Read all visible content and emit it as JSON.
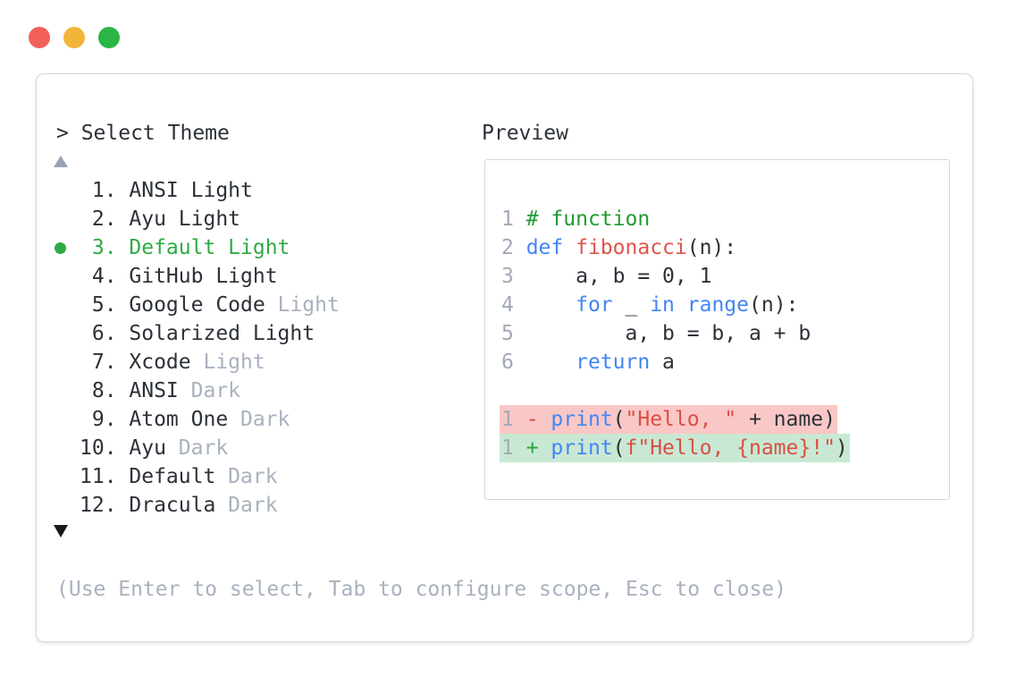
{
  "colors": {
    "border": "#d3d8e0",
    "ink": "#2c3138",
    "muted": "#a9b1bf",
    "lineno": "#a2aab6",
    "green": "#2faa46",
    "green-comment": "#219a33",
    "blue": "#4285f4",
    "red": "#e0544b",
    "red-str": "#d94f45",
    "diff-minus": "#d6453b",
    "diff-plus": "#27a33c",
    "bg-removed": "#f9c8c6",
    "bg-added": "#c9e8d3",
    "arrow-up": "#98a4b6",
    "arrow-down": "#17191c"
  },
  "window_controls": [
    {
      "name": "close-button",
      "color": "#f2605a"
    },
    {
      "name": "minimize-button",
      "color": "#f2b43a"
    },
    {
      "name": "zoom-button",
      "color": "#2ab546"
    }
  ],
  "theme_picker": {
    "prompt": "> Select Theme",
    "scroll_up_indicator": "up-triangle",
    "scroll_down_indicator": "down-triangle",
    "items": [
      {
        "num": " 1.",
        "name": "ANSI Light",
        "muted": "",
        "selected": false
      },
      {
        "num": " 2.",
        "name": "Ayu Light",
        "muted": "",
        "selected": false
      },
      {
        "num": " 3.",
        "name": "Default Light",
        "muted": "",
        "selected": true
      },
      {
        "num": " 4.",
        "name": "GitHub Light",
        "muted": "",
        "selected": false
      },
      {
        "num": " 5.",
        "name": "Google Code",
        "muted": "Light",
        "selected": false
      },
      {
        "num": " 6.",
        "name": "Solarized Light",
        "muted": "",
        "selected": false
      },
      {
        "num": " 7.",
        "name": "Xcode",
        "muted": "Light",
        "selected": false
      },
      {
        "num": " 8.",
        "name": "ANSI",
        "muted": "Dark",
        "selected": false
      },
      {
        "num": " 9.",
        "name": "Atom One",
        "muted": "Dark",
        "selected": false
      },
      {
        "num": "10.",
        "name": "Ayu",
        "muted": "Dark",
        "selected": false
      },
      {
        "num": "11.",
        "name": "Default",
        "muted": "Dark",
        "selected": false
      },
      {
        "num": "12.",
        "name": "Dracula",
        "muted": "Dark",
        "selected": false
      }
    ],
    "footer_hint": "(Use Enter to select, Tab to configure scope, Esc to close)"
  },
  "preview": {
    "title": "Preview",
    "code_lines": [
      {
        "diff": "",
        "tokens": [
          {
            "t": "1 ",
            "c": "lineno"
          },
          {
            "t": "# function",
            "c": "comment"
          }
        ]
      },
      {
        "diff": "",
        "tokens": [
          {
            "t": "2 ",
            "c": "lineno"
          },
          {
            "t": "def",
            "c": "kw"
          },
          {
            "t": " ",
            "c": "plain"
          },
          {
            "t": "fibonacci",
            "c": "fn"
          },
          {
            "t": "(n):",
            "c": "plain"
          }
        ]
      },
      {
        "diff": "",
        "tokens": [
          {
            "t": "3 ",
            "c": "lineno"
          },
          {
            "t": "    a, b = 0, 1",
            "c": "plain"
          }
        ]
      },
      {
        "diff": "",
        "tokens": [
          {
            "t": "4 ",
            "c": "lineno"
          },
          {
            "t": "    ",
            "c": "plain"
          },
          {
            "t": "for",
            "c": "kw"
          },
          {
            "t": " _ ",
            "c": "plain"
          },
          {
            "t": "in",
            "c": "kw"
          },
          {
            "t": " ",
            "c": "plain"
          },
          {
            "t": "range",
            "c": "kw"
          },
          {
            "t": "(n):",
            "c": "plain"
          }
        ]
      },
      {
        "diff": "",
        "tokens": [
          {
            "t": "5 ",
            "c": "lineno"
          },
          {
            "t": "        a, b = b, a + b",
            "c": "plain"
          }
        ]
      },
      {
        "diff": "",
        "tokens": [
          {
            "t": "6 ",
            "c": "lineno"
          },
          {
            "t": "    ",
            "c": "plain"
          },
          {
            "t": "return",
            "c": "kw"
          },
          {
            "t": " a",
            "c": "plain"
          }
        ]
      },
      {
        "diff": "",
        "tokens": []
      },
      {
        "diff": "removed",
        "tokens": [
          {
            "t": "1 ",
            "c": "lineno"
          },
          {
            "t": "- ",
            "c": "dminus"
          },
          {
            "t": "print",
            "c": "kw"
          },
          {
            "t": "(",
            "c": "plain"
          },
          {
            "t": "\"Hello, \"",
            "c": "str"
          },
          {
            "t": " + name)",
            "c": "plain"
          }
        ]
      },
      {
        "diff": "added",
        "tokens": [
          {
            "t": "1 ",
            "c": "lineno"
          },
          {
            "t": "+ ",
            "c": "dplus"
          },
          {
            "t": "print",
            "c": "kw"
          },
          {
            "t": "(",
            "c": "plain"
          },
          {
            "t": "f\"Hello, {name}!\"",
            "c": "str"
          },
          {
            "t": ")",
            "c": "plain"
          }
        ]
      }
    ]
  }
}
